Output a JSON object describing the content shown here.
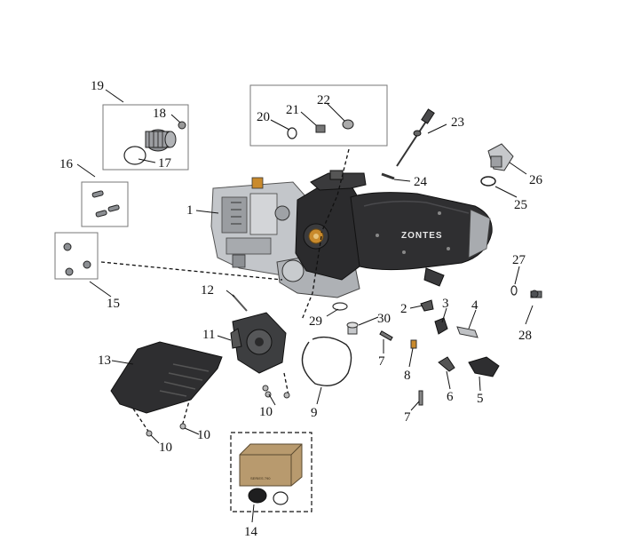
{
  "brand_text": "ZONTES",
  "box_print": "SERIES 790",
  "callouts": {
    "c1": "1",
    "c2": "2",
    "c3": "3",
    "c4": "4",
    "c5": "5",
    "c6": "6",
    "c7a": "7",
    "c7b": "7",
    "c8": "8",
    "c9": "9",
    "c10a": "10",
    "c10b": "10",
    "c10c": "10",
    "c11": "11",
    "c12": "12",
    "c13": "13",
    "c14": "14",
    "c15": "15",
    "c16": "16",
    "c17": "17",
    "c18": "18",
    "c19": "19",
    "c20": "20",
    "c21": "21",
    "c22": "22",
    "c23": "23",
    "c24": "24",
    "c25": "25",
    "c26": "26",
    "c27": "27",
    "c28": "28",
    "c29": "29",
    "c30": "30"
  },
  "colors": {
    "engine_dark": "#2b2b2d",
    "engine_silver": "#b9bcc0",
    "brass": "#c98a2c",
    "box_kraft": "#b89a6e"
  }
}
